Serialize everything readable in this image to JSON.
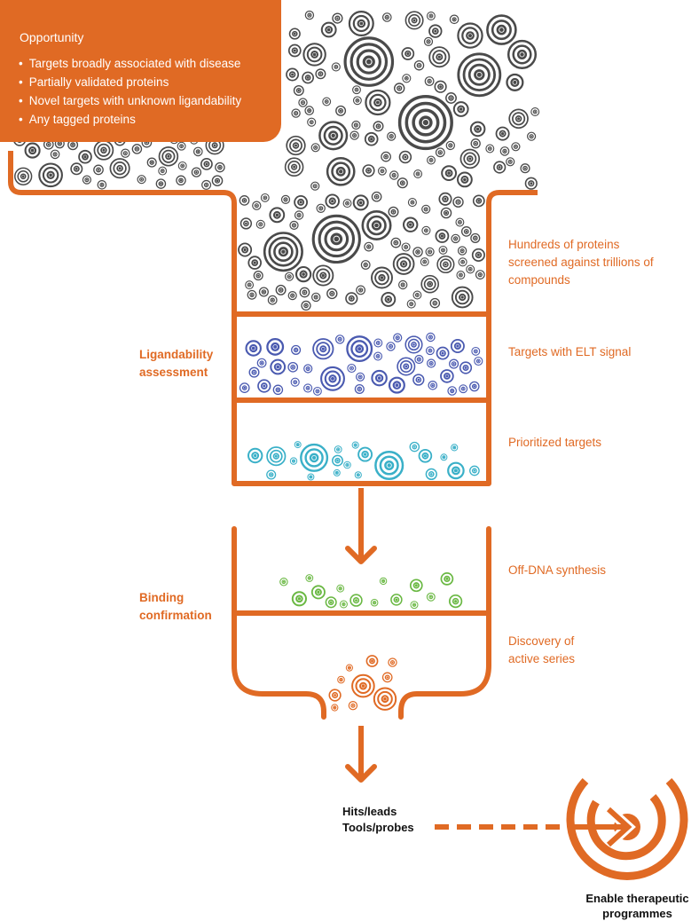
{
  "colors": {
    "accent": "#e06a24",
    "proteins": "#4a4a4a",
    "elt_signal": "#4a5ab0",
    "prioritized": "#3ab0c8",
    "off_dna": "#6ab843",
    "active_series": "#e06a24"
  },
  "opportunity": {
    "title": "Opportunity",
    "items": [
      "Targets broadly associated with disease",
      "Partially validated proteins",
      "Novel targets with unknown ligandability",
      "Any tagged proteins"
    ]
  },
  "stages": {
    "screened": "Hundreds of proteins screened against trillions of compounds",
    "elt_signal": "Targets with ELT signal",
    "prioritized": "Prioritized targets",
    "off_dna": "Off-DNA synthesis",
    "active_series": "Discovery of active series"
  },
  "side_labels": {
    "ligandability": "Ligandability assessment",
    "binding": "Binding confirmation"
  },
  "outputs": {
    "hits": "Hits/leads",
    "tools": "Tools/probes",
    "enable": "Enable therapeutic programmes"
  }
}
